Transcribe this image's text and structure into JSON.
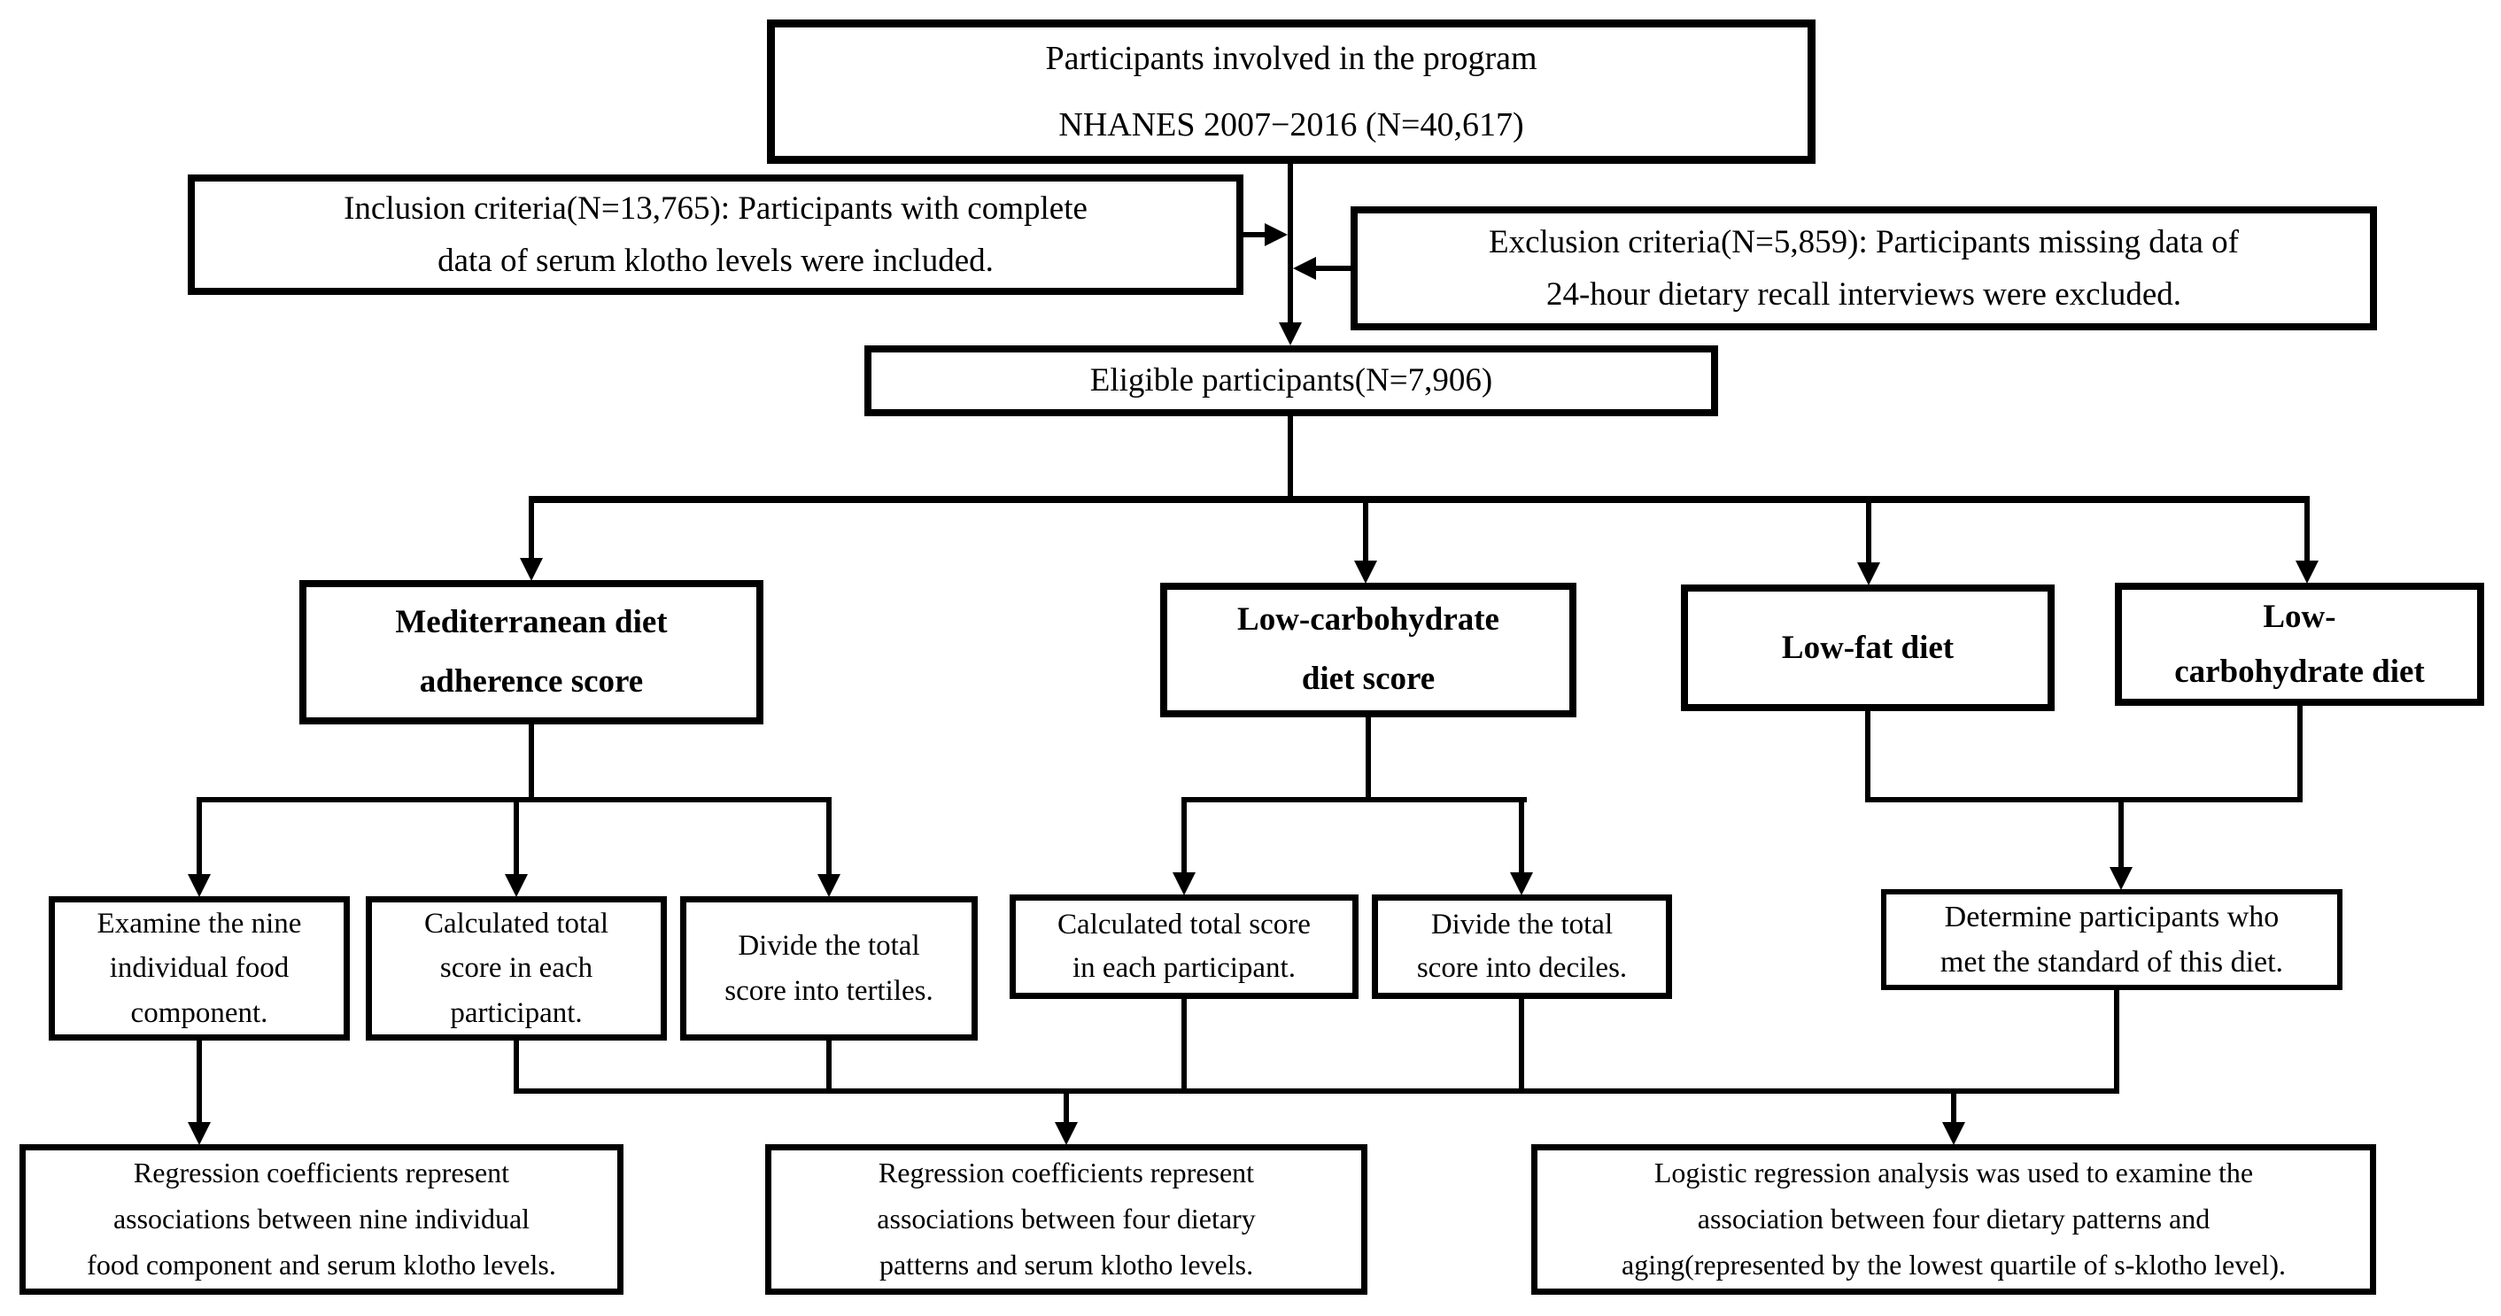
{
  "page": {
    "background": "#ffffff",
    "line_color": "#000000"
  },
  "flowchart": {
    "top_box": "Participants involved in the program\nNHANES 2007−2016 (N=40,617)",
    "inclusion_box": "Inclusion criteria(N=13,765): Participants with complete\ndata of serum klotho levels were included.",
    "exclusion_box": "Exclusion criteria(N=5,859): Participants missing data of\n24-hour dietary recall interviews were excluded.",
    "eligible_box": "Eligible participants(N=7,906)",
    "diet_boxes": {
      "mediterranean": "Mediterranean diet\nadherence score",
      "low_carb_score": "Low-carbohydrate\ndiet score",
      "low_fat": "Low-fat diet",
      "low_carb": "Low-\ncarbohydrate diet"
    },
    "step_boxes": {
      "examine_nine": "Examine the nine\nindividual food\ncomponent.",
      "calc_total_med": "Calculated total\nscore in each\nparticipant.",
      "tertiles": "Divide the total\nscore into tertiles.",
      "calc_total_lc": "Calculated total score\nin each participant.",
      "deciles": "Divide the total\nscore into deciles.",
      "determine": "Determine participants who\nmet the standard of this diet."
    },
    "result_boxes": {
      "nine_components": "Regression coefficients represent\nassociations between nine individual\nfood component and serum klotho levels.",
      "four_patterns": "Regression coefficients represent\nassociations between four dietary\npatterns and serum klotho levels.",
      "logistic": "Logistic regression analysis was used to examine the\nassociation between four dietary patterns and\naging(represented by the lowest quartile of s-klotho level)."
    }
  }
}
